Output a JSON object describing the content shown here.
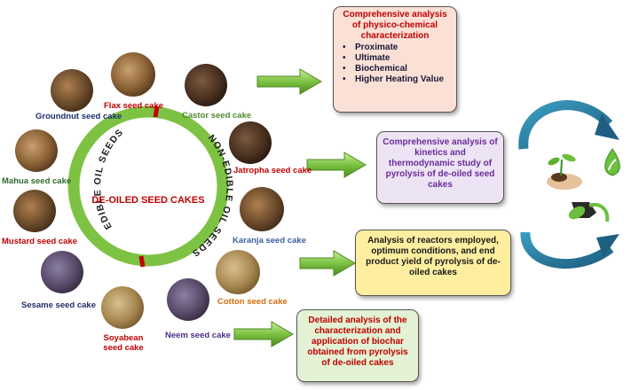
{
  "center_label": "DE-OILED SEED CAKES",
  "ring": {
    "left_arc": "EDIBLE OIL SEEDS",
    "right_arc": "NON-EDIBLE OIL SEEDS"
  },
  "seeds": [
    {
      "id": "flax",
      "label": "Flax seed cake",
      "color": "#c00000"
    },
    {
      "id": "castor",
      "label": "Castor seed cake",
      "color": "#4f8a2a"
    },
    {
      "id": "groundnut",
      "label": "Groundnut seed cake",
      "color": "#1f2f6b"
    },
    {
      "id": "jatropha",
      "label": "Jatropha seed cake",
      "color": "#c00000"
    },
    {
      "id": "mahua",
      "label": "Mahua seed cake",
      "color": "#2e6b2e"
    },
    {
      "id": "karanja",
      "label": "Karanja seed cake",
      "color": "#3a5fa0"
    },
    {
      "id": "mustard",
      "label": "Mustard seed cake",
      "color": "#c00000"
    },
    {
      "id": "cotton",
      "label": "Cotton seed cake",
      "color": "#d46b0a"
    },
    {
      "id": "sesame",
      "label": "Sesame seed cake",
      "color": "#1f2f6b"
    },
    {
      "id": "neem",
      "label": "Neem seed cake",
      "color": "#4a2d8a"
    },
    {
      "id": "soyabean",
      "label": "Soyabean seed  cake",
      "color": "#c00000"
    }
  ],
  "boxes": {
    "box1": {
      "title": "Comprehensive analysis of physico-chemical characterization",
      "items": [
        "Proximate",
        "Ultimate",
        "Biochemical",
        "Higher Heating Value"
      ]
    },
    "box2": {
      "text": "Comprehensive analysis of kinetics and thermodynamic study of pyrolysis of de-oiled seed cakes"
    },
    "box3": {
      "text": "Analysis of reactors employed, optimum conditions, and end product  yield of pyrolysis of de-oiled cakes"
    },
    "box4": {
      "text": "Detailed analysis of the characterization and application of biochar obtained from pyrolysis of de-oiled cakes"
    }
  },
  "icons": [
    "plant-in-hands-icon",
    "green-energy-drop-icon",
    "fuel-nozzle-icon"
  ],
  "colors": {
    "ring_green": "#7dc242",
    "ring_marker": "#c00000",
    "center_text": "#c00000",
    "arrow_green": "#7cc242",
    "cycle_arrow": "#2b7ea0"
  }
}
